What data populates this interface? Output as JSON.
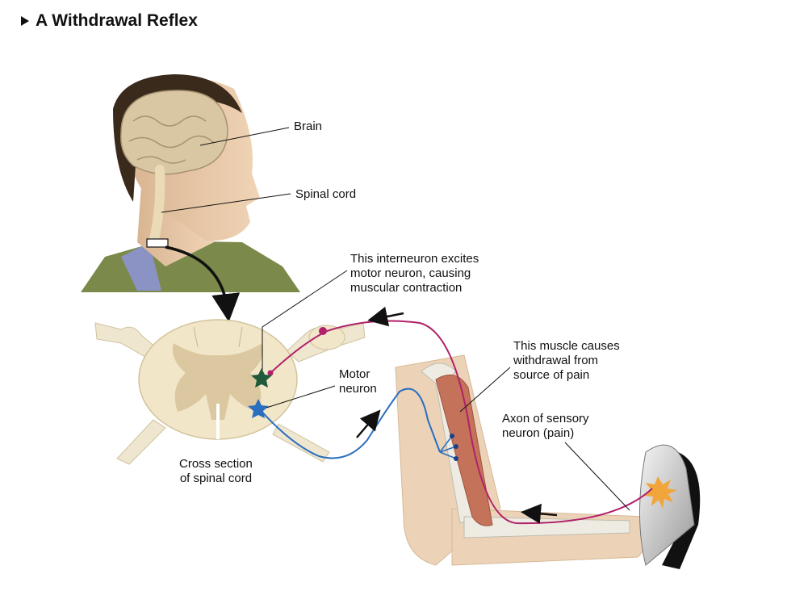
{
  "title": "A Withdrawal Reflex",
  "labels": {
    "brain": "Brain",
    "spinal_cord": "Spinal cord",
    "interneuron": "This interneuron excites\nmotor neuron, causing\nmuscular contraction",
    "muscle": "This muscle causes\nwithdrawal from\nsource of pain",
    "motor_neuron": "Motor\nneuron",
    "sensory_axon": "Axon of sensory\nneuron (pain)",
    "cross_section": "Cross section\nof spinal cord"
  },
  "colors": {
    "sensory_neuron": "#b0206a",
    "motor_neuron": "#2a6fbf",
    "interneuron": "#1f5a3a",
    "muscle": "#c4735a",
    "spinal_tissue": "#f1e6c8",
    "gray_matter": "#dcc8a0",
    "skin": "#e9c9a8",
    "bone": "#eeece2",
    "hair": "#3a2a1c",
    "shirt": "#7b8a4a"
  }
}
